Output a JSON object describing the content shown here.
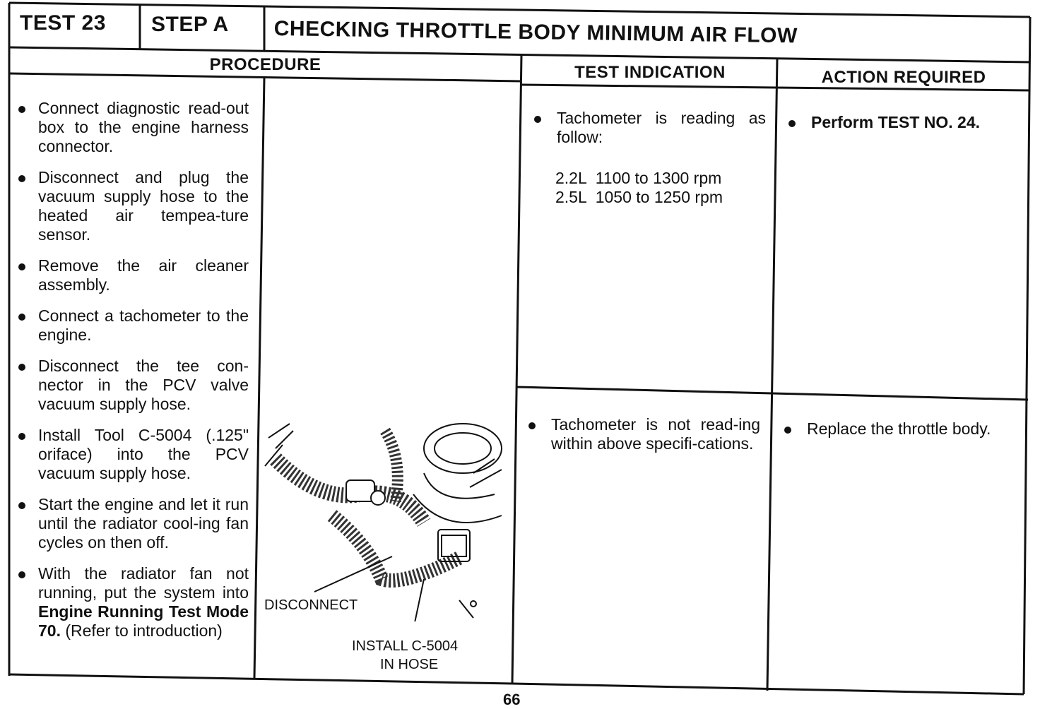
{
  "header": {
    "test": "TEST 23",
    "step": "STEP A",
    "title": "CHECKING THROTTLE BODY MINIMUM AIR FLOW"
  },
  "columns": {
    "procedure": "PROCEDURE",
    "test_indication": "TEST INDICATION",
    "action_required": "ACTION REQUIRED"
  },
  "procedure": {
    "steps": [
      {
        "text": "Connect diagnostic read-out box to the engine harness connector."
      },
      {
        "text": "Disconnect and plug the vacuum supply hose to the heated air tempea-ture sensor."
      },
      {
        "text": "Remove the air cleaner assembly."
      },
      {
        "text": "Connect a tachometer to the engine."
      },
      {
        "text": "Disconnect the tee con-nector in the PCV valve vacuum supply hose."
      },
      {
        "text": "Install Tool C-5004 (.125\" oriface) into the PCV vacuum supply hose."
      },
      {
        "text": "Start the engine and let it run until the radiator cool-ing fan cycles on then off."
      },
      {
        "text_before": "With the radiator fan not running, put the system into ",
        "bold": "Engine Running Test Mode 70.",
        "text_after": " (Refer to introduction)"
      }
    ]
  },
  "illustration": {
    "label_disconnect": "DISCONNECT",
    "label_install_line1": "INSTALL C-5004",
    "label_install_line2": "IN HOSE"
  },
  "rows": [
    {
      "indication": "Tachometer is reading as follow:",
      "specs": [
        "2.2L  1100 to 1300 rpm",
        "2.5L  1050 to 1250 rpm"
      ],
      "action": "Perform TEST NO. 24."
    },
    {
      "indication": "Tachometer is not read-ing within above specifi-cations.",
      "specs": [],
      "action": "Replace the throttle body."
    }
  ],
  "footer": {
    "page_number": "66"
  }
}
